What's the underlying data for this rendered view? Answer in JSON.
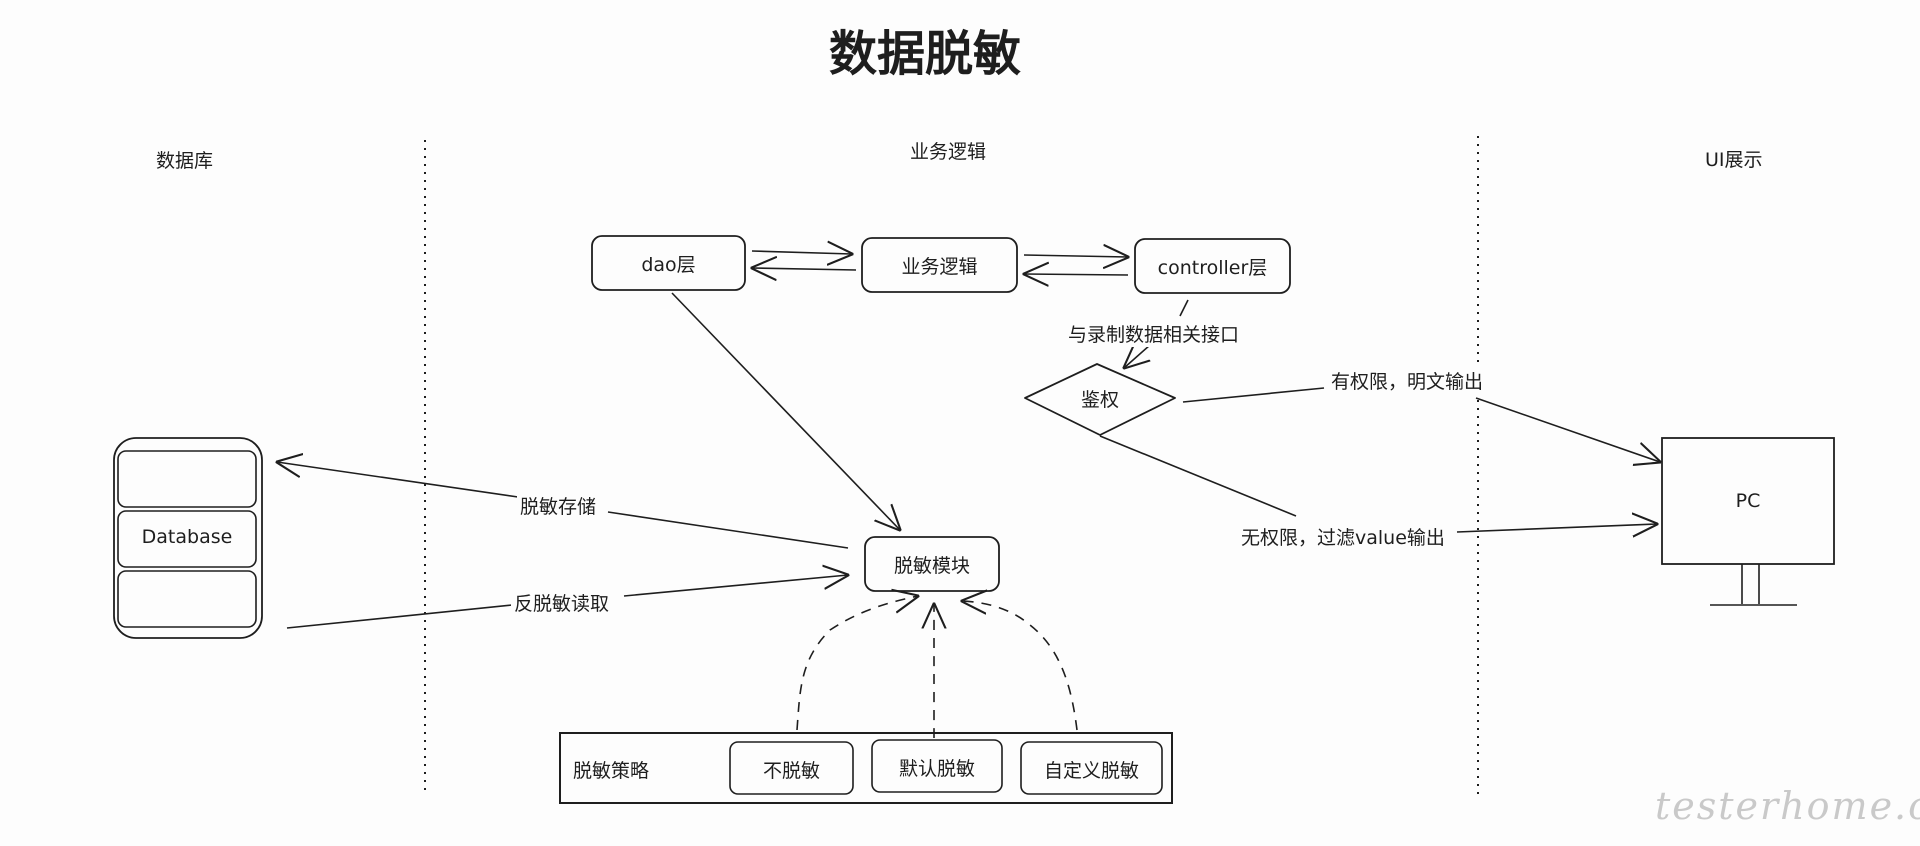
{
  "title": "数据脱敏",
  "columns": {
    "database": "数据库",
    "business": "业务逻辑",
    "ui": "UI展示"
  },
  "nodes": {
    "dao": "dao层",
    "service": "业务逻辑",
    "controller": "controller层",
    "auth": "鉴权",
    "desensitize_module": "脱敏模块",
    "database": "Database",
    "pc": "PC"
  },
  "edge_labels": {
    "record_api": "与录制数据相关接口",
    "has_permission": "有权限，明文输出",
    "no_permission": "无权限，过滤value输出",
    "desensitize_store": "脱敏存储",
    "reverse_read": "反脱敏读取"
  },
  "strategy": {
    "label": "脱敏策略",
    "items": [
      "不脱敏",
      "默认脱敏",
      "自定义脱敏"
    ]
  },
  "watermark": "testerhome.com"
}
